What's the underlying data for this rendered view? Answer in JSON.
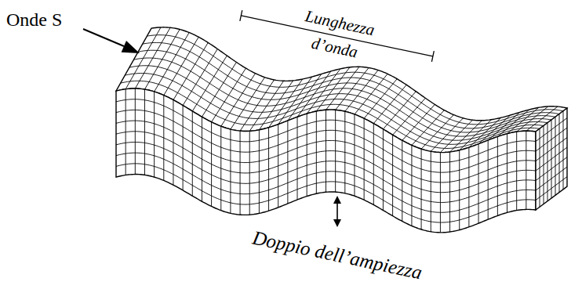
{
  "diagram": {
    "labels": [
      "Onde S",
      "Lunghezza d’onda",
      "Doppio dell’ampiezza"
    ]
  }
}
